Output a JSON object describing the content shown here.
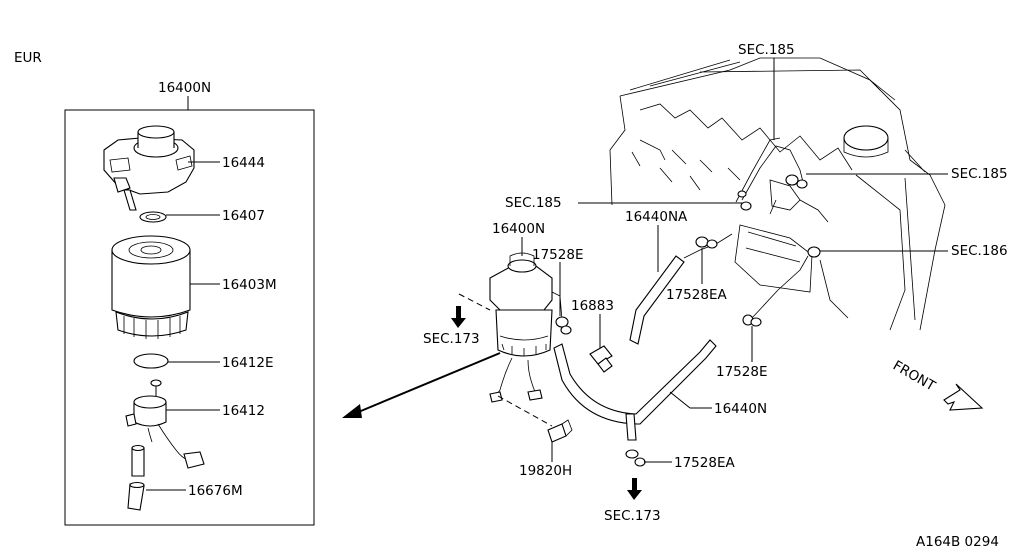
{
  "region": "EUR",
  "diagram_code": "A164B 0294",
  "assembly": {
    "label": "16400N"
  },
  "exploded_parts": {
    "head": "16444",
    "oring": "16407",
    "filter": "16403M",
    "gasket": "16412E",
    "sensor": "16412",
    "hose": "16676M"
  },
  "main": {
    "assembly_label": "16400N",
    "clip_upper": "17528E",
    "connector": "16883",
    "sec173_left": "SEC.173",
    "bracket": "19820H",
    "hose_na": "16440NA",
    "clamp_ea_upper": "17528EA",
    "hose_n": "16440N",
    "clip_right": "17528E",
    "clamp_ea_lower": "17528EA",
    "sec173_bottom": "SEC.173",
    "sec185_top": "SEC.185",
    "sec185_left": "SEC.185",
    "sec185_right": "SEC.185",
    "sec186": "SEC.186",
    "front": "FRONT"
  }
}
